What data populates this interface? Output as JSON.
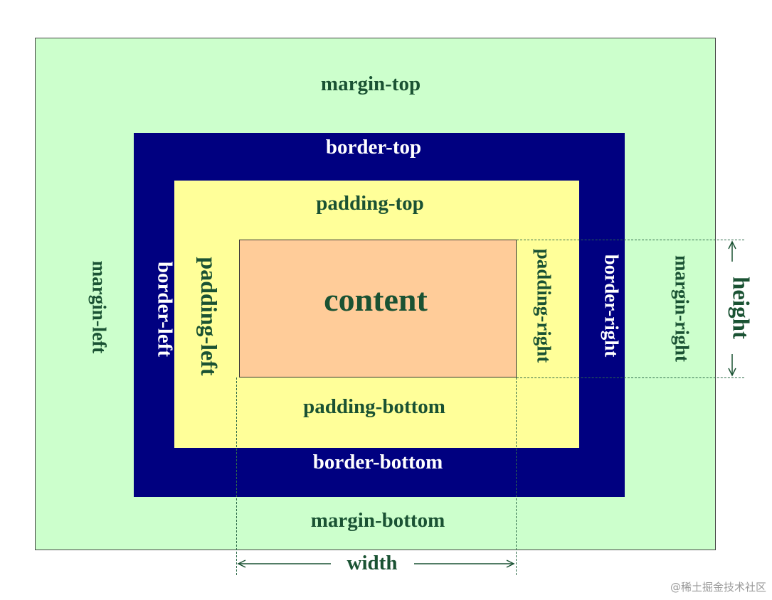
{
  "labels": {
    "margin_top": "margin-top",
    "margin_bottom": "margin-bottom",
    "margin_left": "margin-left",
    "margin_right": "margin-right",
    "border_top": "border-top",
    "border_bottom": "border-bottom",
    "border_left": "border-left",
    "border_right": "border-right",
    "padding_top": "padding-top",
    "padding_bottom": "padding-bottom",
    "padding_left": "padding-left",
    "padding_right": "padding-right",
    "content": "content",
    "width": "width",
    "height": "height"
  },
  "watermark": "@稀土掘金技术社区",
  "colors": {
    "margin": "#ccffcc",
    "border": "#000080",
    "padding": "#ffff99",
    "content": "#ffcc99",
    "label_dark": "#1a5233",
    "label_light": "#ffffff"
  }
}
